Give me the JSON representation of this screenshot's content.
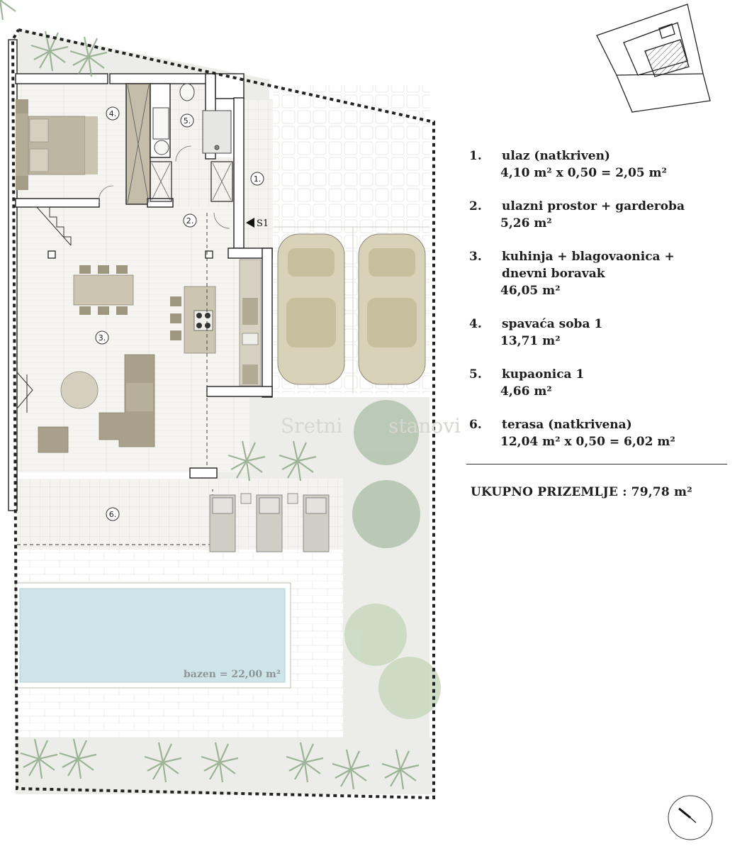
{
  "legend": [
    {
      "num": "1.",
      "label": "ulaz (natkriven)",
      "area": "4,10 m² x 0,50 = 2,05 m²"
    },
    {
      "num": "2.",
      "label": "ulazni prostor + garderoba",
      "area": "5,26 m²"
    },
    {
      "num": "3.",
      "label": "kuhinja + blagovaonica +",
      "label2": "dnevni boravak",
      "area": "46,05 m²"
    },
    {
      "num": "4.",
      "label": "spavaća soba 1",
      "area": "13,71 m²"
    },
    {
      "num": "5.",
      "label": "kupaonica 1",
      "area": "4,66 m²"
    },
    {
      "num": "6.",
      "label": "terasa (natkrivena)",
      "area": "12,04 m² x 0,50 = 6,02 m²"
    }
  ],
  "total": {
    "label": "UKUPNO PRIZEMLJE :",
    "value": "79,78 m²"
  },
  "plan": {
    "room_tags": [
      "1.",
      "2.",
      "3.",
      "4.",
      "5.",
      "6."
    ],
    "section_mark": "S1",
    "pool_label": "bazen = 22,00 m²",
    "watermark_left": "Sretni",
    "watermark_right": "stanovi"
  },
  "colors": {
    "wall": "#ffffff",
    "wall_stroke": "#222222",
    "floor_tile": "#f2f1ee",
    "tile_line": "#dcdad5",
    "furniture": "#b0aa95",
    "furniture_dark": "#9e977f",
    "cabinet": "#c3bdaa",
    "pool": "#c9e3e6",
    "garden": "#e9eae5",
    "foliage": "#9fb59a"
  }
}
